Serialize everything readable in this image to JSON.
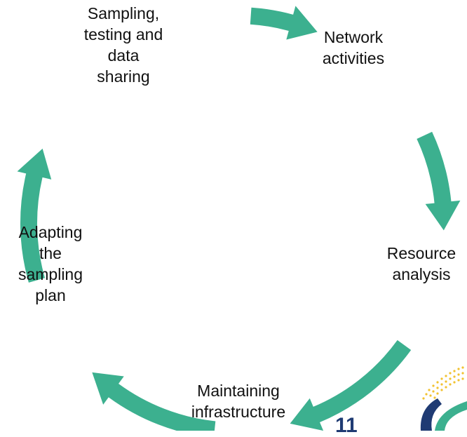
{
  "diagram": {
    "accent_color": "#3cb08f",
    "nodes": [
      {
        "label": "Sampling,\ntesting and\ndata\nsharing"
      },
      {
        "label": "Network\nactivities"
      },
      {
        "label": "Resource\nanalysis"
      },
      {
        "label": "Maintaining\ninfrastructure"
      },
      {
        "label": "Adapting\nthe\nsampling\nplan"
      }
    ],
    "edges": [
      {
        "from": "Sampling, testing and data sharing",
        "to": "Network activities"
      },
      {
        "from": "Network activities",
        "to": "Resource analysis"
      },
      {
        "from": "Resource analysis",
        "to": "Maintaining infrastructure"
      },
      {
        "from": "Maintaining infrastructure",
        "to": "Adapting the sampling plan"
      },
      {
        "from": "Adapting the sampling plan",
        "to": "Sampling, testing and data sharing"
      }
    ]
  },
  "footer": {
    "slide_number": "11",
    "logo_icon": "organization-logo-icon"
  }
}
